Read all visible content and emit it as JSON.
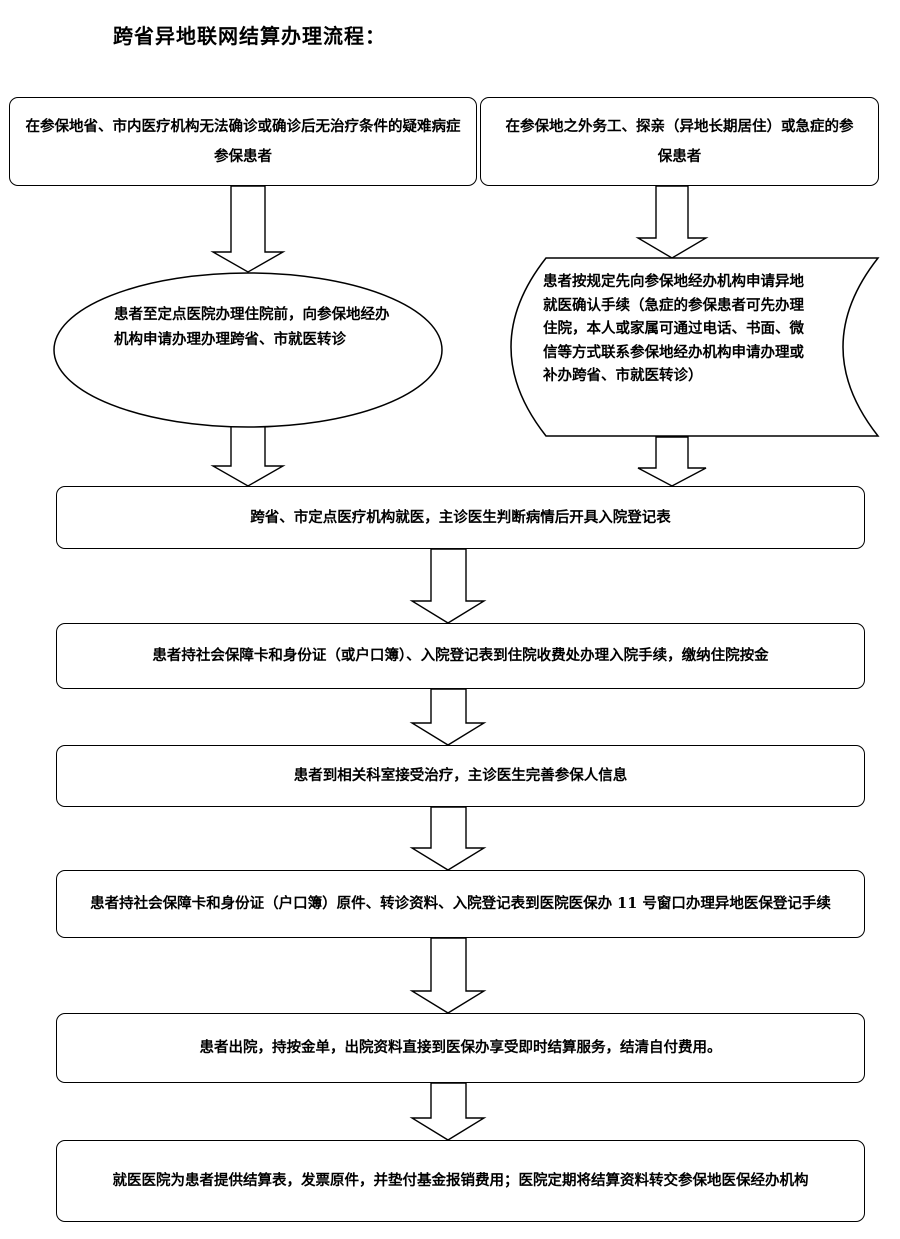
{
  "title": "跨省异地联网结算办理流程：",
  "top_left_box": "在参保地省、市内医疗机构无法确诊或确诊后无治疗条件的疑难病症参保患者",
  "top_right_box": "在参保地之外务工、探亲（异地长期居住）或急症的参保患者",
  "ellipse_step": "患者至定点医院办理住院前，向参保地经办机构申请办理办理跨省、市就医转诊",
  "document_step": "患者按规定先向参保地经办机构申请异地就医确认手续（急症的参保患者可先办理住院，本人或家属可通过电话、书面、微信等方式联系参保地经办机构申请办理或补办跨省、市就医转诊）",
  "steps": [
    "跨省、市定点医疗机构就医，主诊医生判断病情后开具入院登记表",
    "患者持社会保障卡和身份证（或户口簿）、入院登记表到住院收费处办理入院手续，缴纳住院按金",
    "患者到相关科室接受治疗，主诊医生完善参保人信息",
    "患者持社会保障卡和身份证（户口簿）原件、转诊资料、入院登记表到医院医保办 11 号窗口办理异地医保登记手续",
    "患者出院，持按金单，出院资料直接到医保办享受即时结算服务，结清自付费用。",
    "就医医院为患者提供结算表，发票原件，并垫付基金报销费用；医院定期将结算资料转交参保地医保经办机构"
  ]
}
